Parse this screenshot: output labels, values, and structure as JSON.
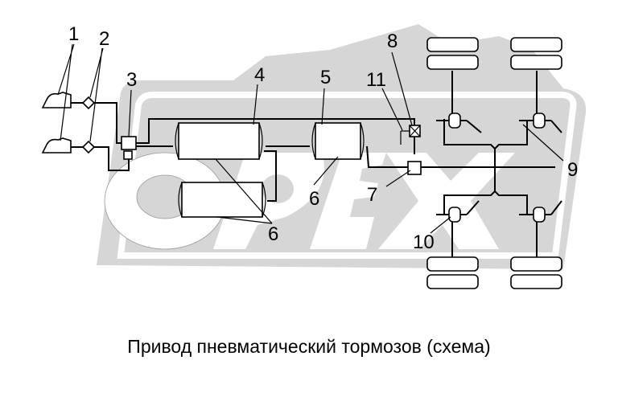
{
  "diagram": {
    "caption": "Привод пневматический тормозов (схема)",
    "watermark": "OPEX",
    "labels": {
      "l1": "1",
      "l2": "2",
      "l3": "3",
      "l4": "4",
      "l5": "5",
      "l6a": "6",
      "l6b": "6",
      "l7": "7",
      "l8": "8",
      "l9": "9",
      "l10": "10",
      "l11": "11"
    },
    "colors": {
      "watermark": "#d6d6d6",
      "line": "#000000"
    }
  }
}
